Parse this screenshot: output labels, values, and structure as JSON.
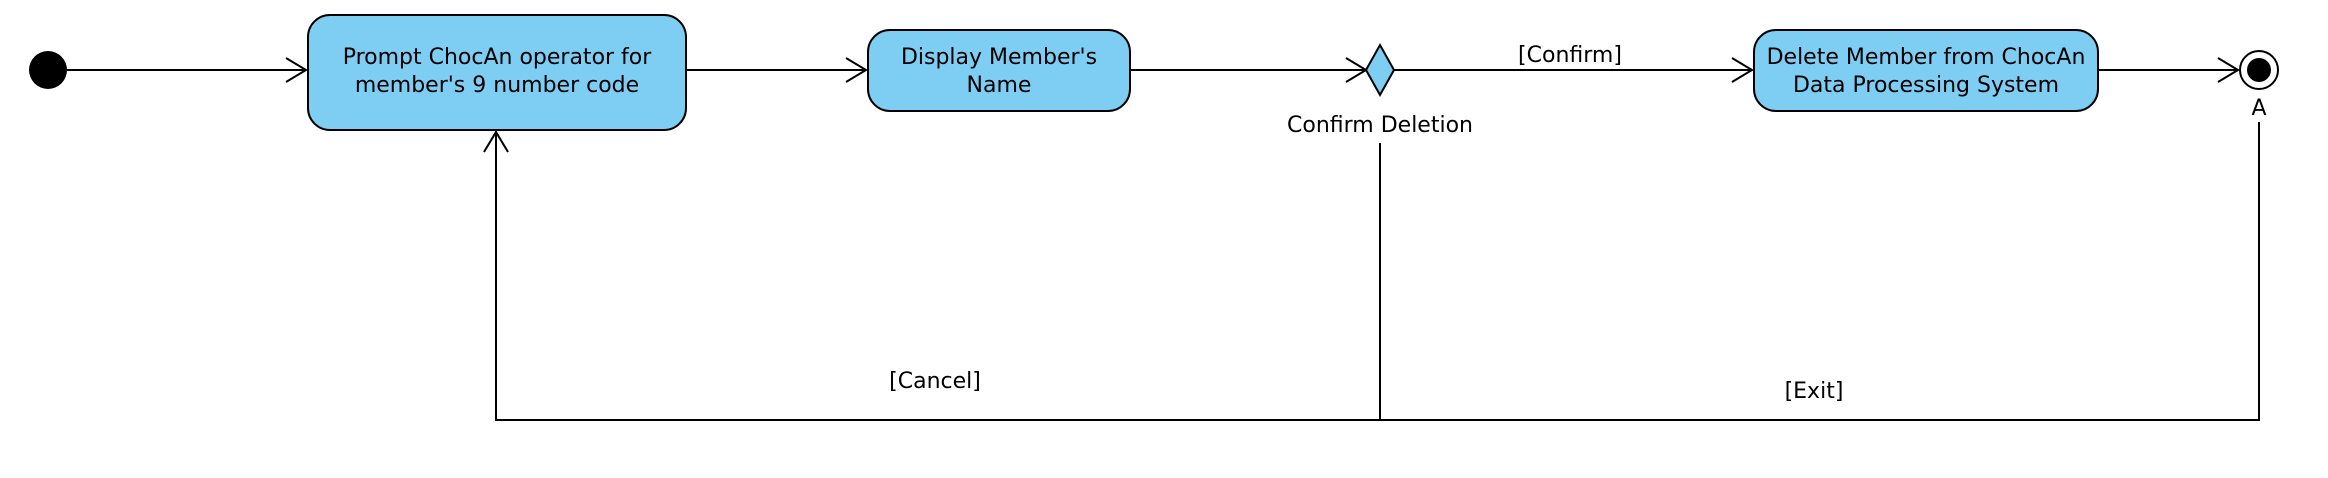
{
  "colors": {
    "node_fill": "#7ECEF4",
    "stroke": "#000000",
    "background": "#FFFFFF"
  },
  "nodes": {
    "prompt": {
      "line1": "Prompt ChocAn operator for",
      "line2": "member's  9 number code"
    },
    "display": {
      "line1": "Display Member's",
      "line2": "Name"
    },
    "decision": {
      "label": "Confirm Deletion"
    },
    "delete": {
      "line1": "Delete Member from ChocAn",
      "line2": "Data Processing System"
    },
    "final": {
      "label": "A"
    }
  },
  "guards": {
    "confirm": "[Confirm]",
    "cancel": "[Cancel]",
    "exit": "[Exit]"
  }
}
